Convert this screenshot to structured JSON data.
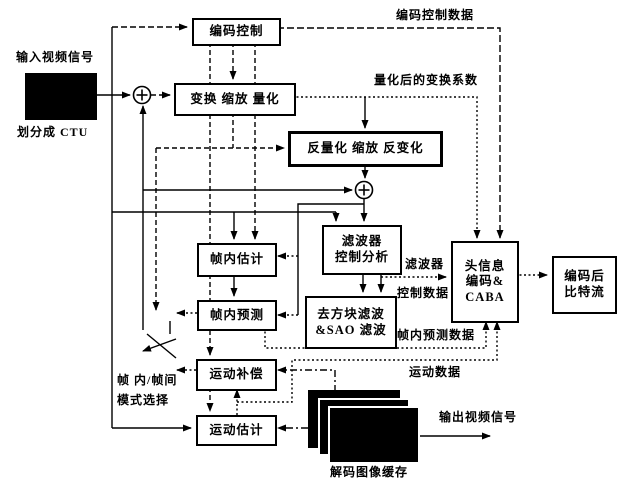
{
  "boxes": {
    "coder_control": "编码控制",
    "transform_scale_quant": "变换 缩放 量化",
    "inv_quant_scale_inv_transform": "反量化 缩放 反变化",
    "intra_estimation": "帧内估计",
    "intra_prediction": "帧内预测",
    "filter_control_analysis": [
      "滤波器",
      "控制分析"
    ],
    "deblocking_sao": [
      "去方块滤波",
      "&SAO 滤波"
    ],
    "header_coding_cabac": [
      "头信息",
      "编码&",
      "CABA"
    ],
    "coded_bitstream": [
      "编码后",
      "比特流"
    ],
    "motion_compensation": "运动补偿",
    "motion_estimation": "运动估计"
  },
  "labels": {
    "input_signal": "输入视频信号",
    "split_ctu": "划分成 CTU",
    "coding_control_data": "编码控制数据",
    "quantized_coefficients": "量化后的变换系数",
    "filter_control_data_1": "滤波器",
    "filter_control_data_2": "控制数据",
    "intra_prediction_data": "帧内预测数据",
    "motion_data": "运动数据",
    "output_signal": "输出视频信号",
    "decoded_picture_buffer": "解码图像缓存",
    "mode_select_1": "帧 内/帧间",
    "mode_select_2": "模式选择"
  },
  "colors": {
    "line": "#000000",
    "background": "#ffffff",
    "frame_fill": "#000000"
  }
}
